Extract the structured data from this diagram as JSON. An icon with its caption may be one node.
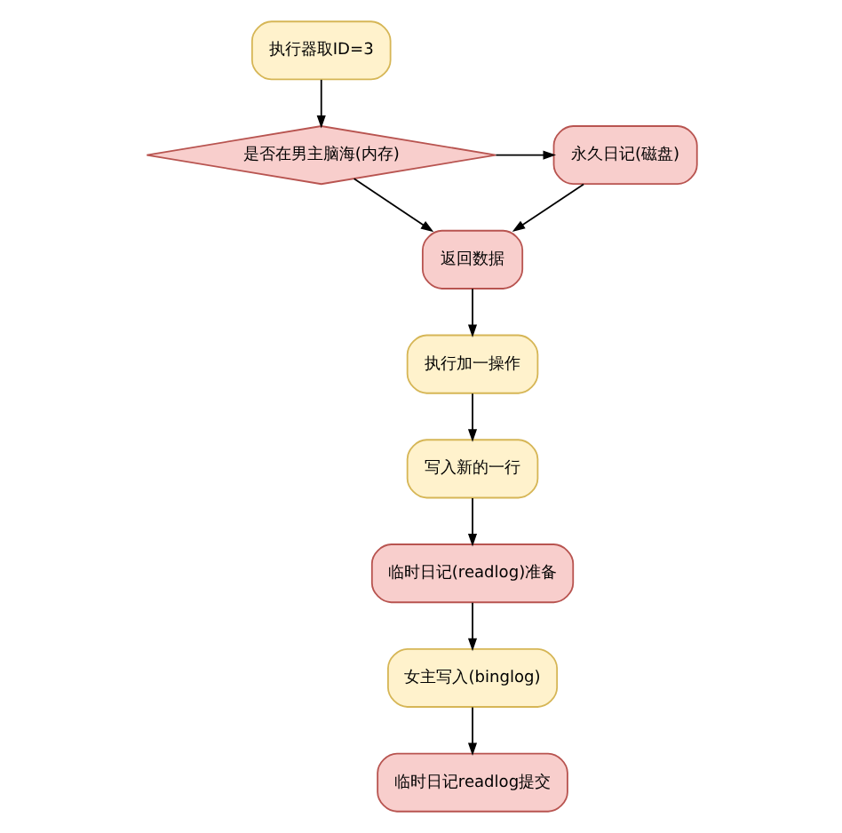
{
  "diagram": {
    "nodes": [
      {
        "text": [
          "执行器取ID=3"
        ]
      },
      {
        "text": [
          "是否在男主脑海(内存)"
        ]
      },
      {
        "text": [
          "永久日记(磁盘)"
        ]
      },
      {
        "text": [
          "返回数据"
        ]
      },
      {
        "text": [
          "执行加一操作"
        ]
      },
      {
        "text": [
          "写入新的一行"
        ]
      },
      {
        "text": [
          "临时日记(readlog)准备"
        ]
      },
      {
        "text": [
          "女主写入(binglog)"
        ]
      },
      {
        "text": [
          "临时日记readlog提交"
        ]
      }
    ],
    "edges": [
      {
        "from": 0,
        "to": 1,
        "arrow": "to"
      },
      {
        "from": 1,
        "to": 2,
        "arrow": "to"
      },
      {
        "from": 1,
        "to": 3,
        "arrow": "to"
      },
      {
        "from": 2,
        "to": 3,
        "arrow": "to"
      },
      {
        "from": 3,
        "to": 4,
        "arrow": "to"
      },
      {
        "from": 4,
        "to": 5,
        "arrow": "to"
      },
      {
        "from": 5,
        "to": 6,
        "arrow": "to"
      },
      {
        "from": 6,
        "to": 7,
        "arrow": "to"
      },
      {
        "from": 7,
        "to": 8,
        "arrow": "to"
      }
    ]
  }
}
